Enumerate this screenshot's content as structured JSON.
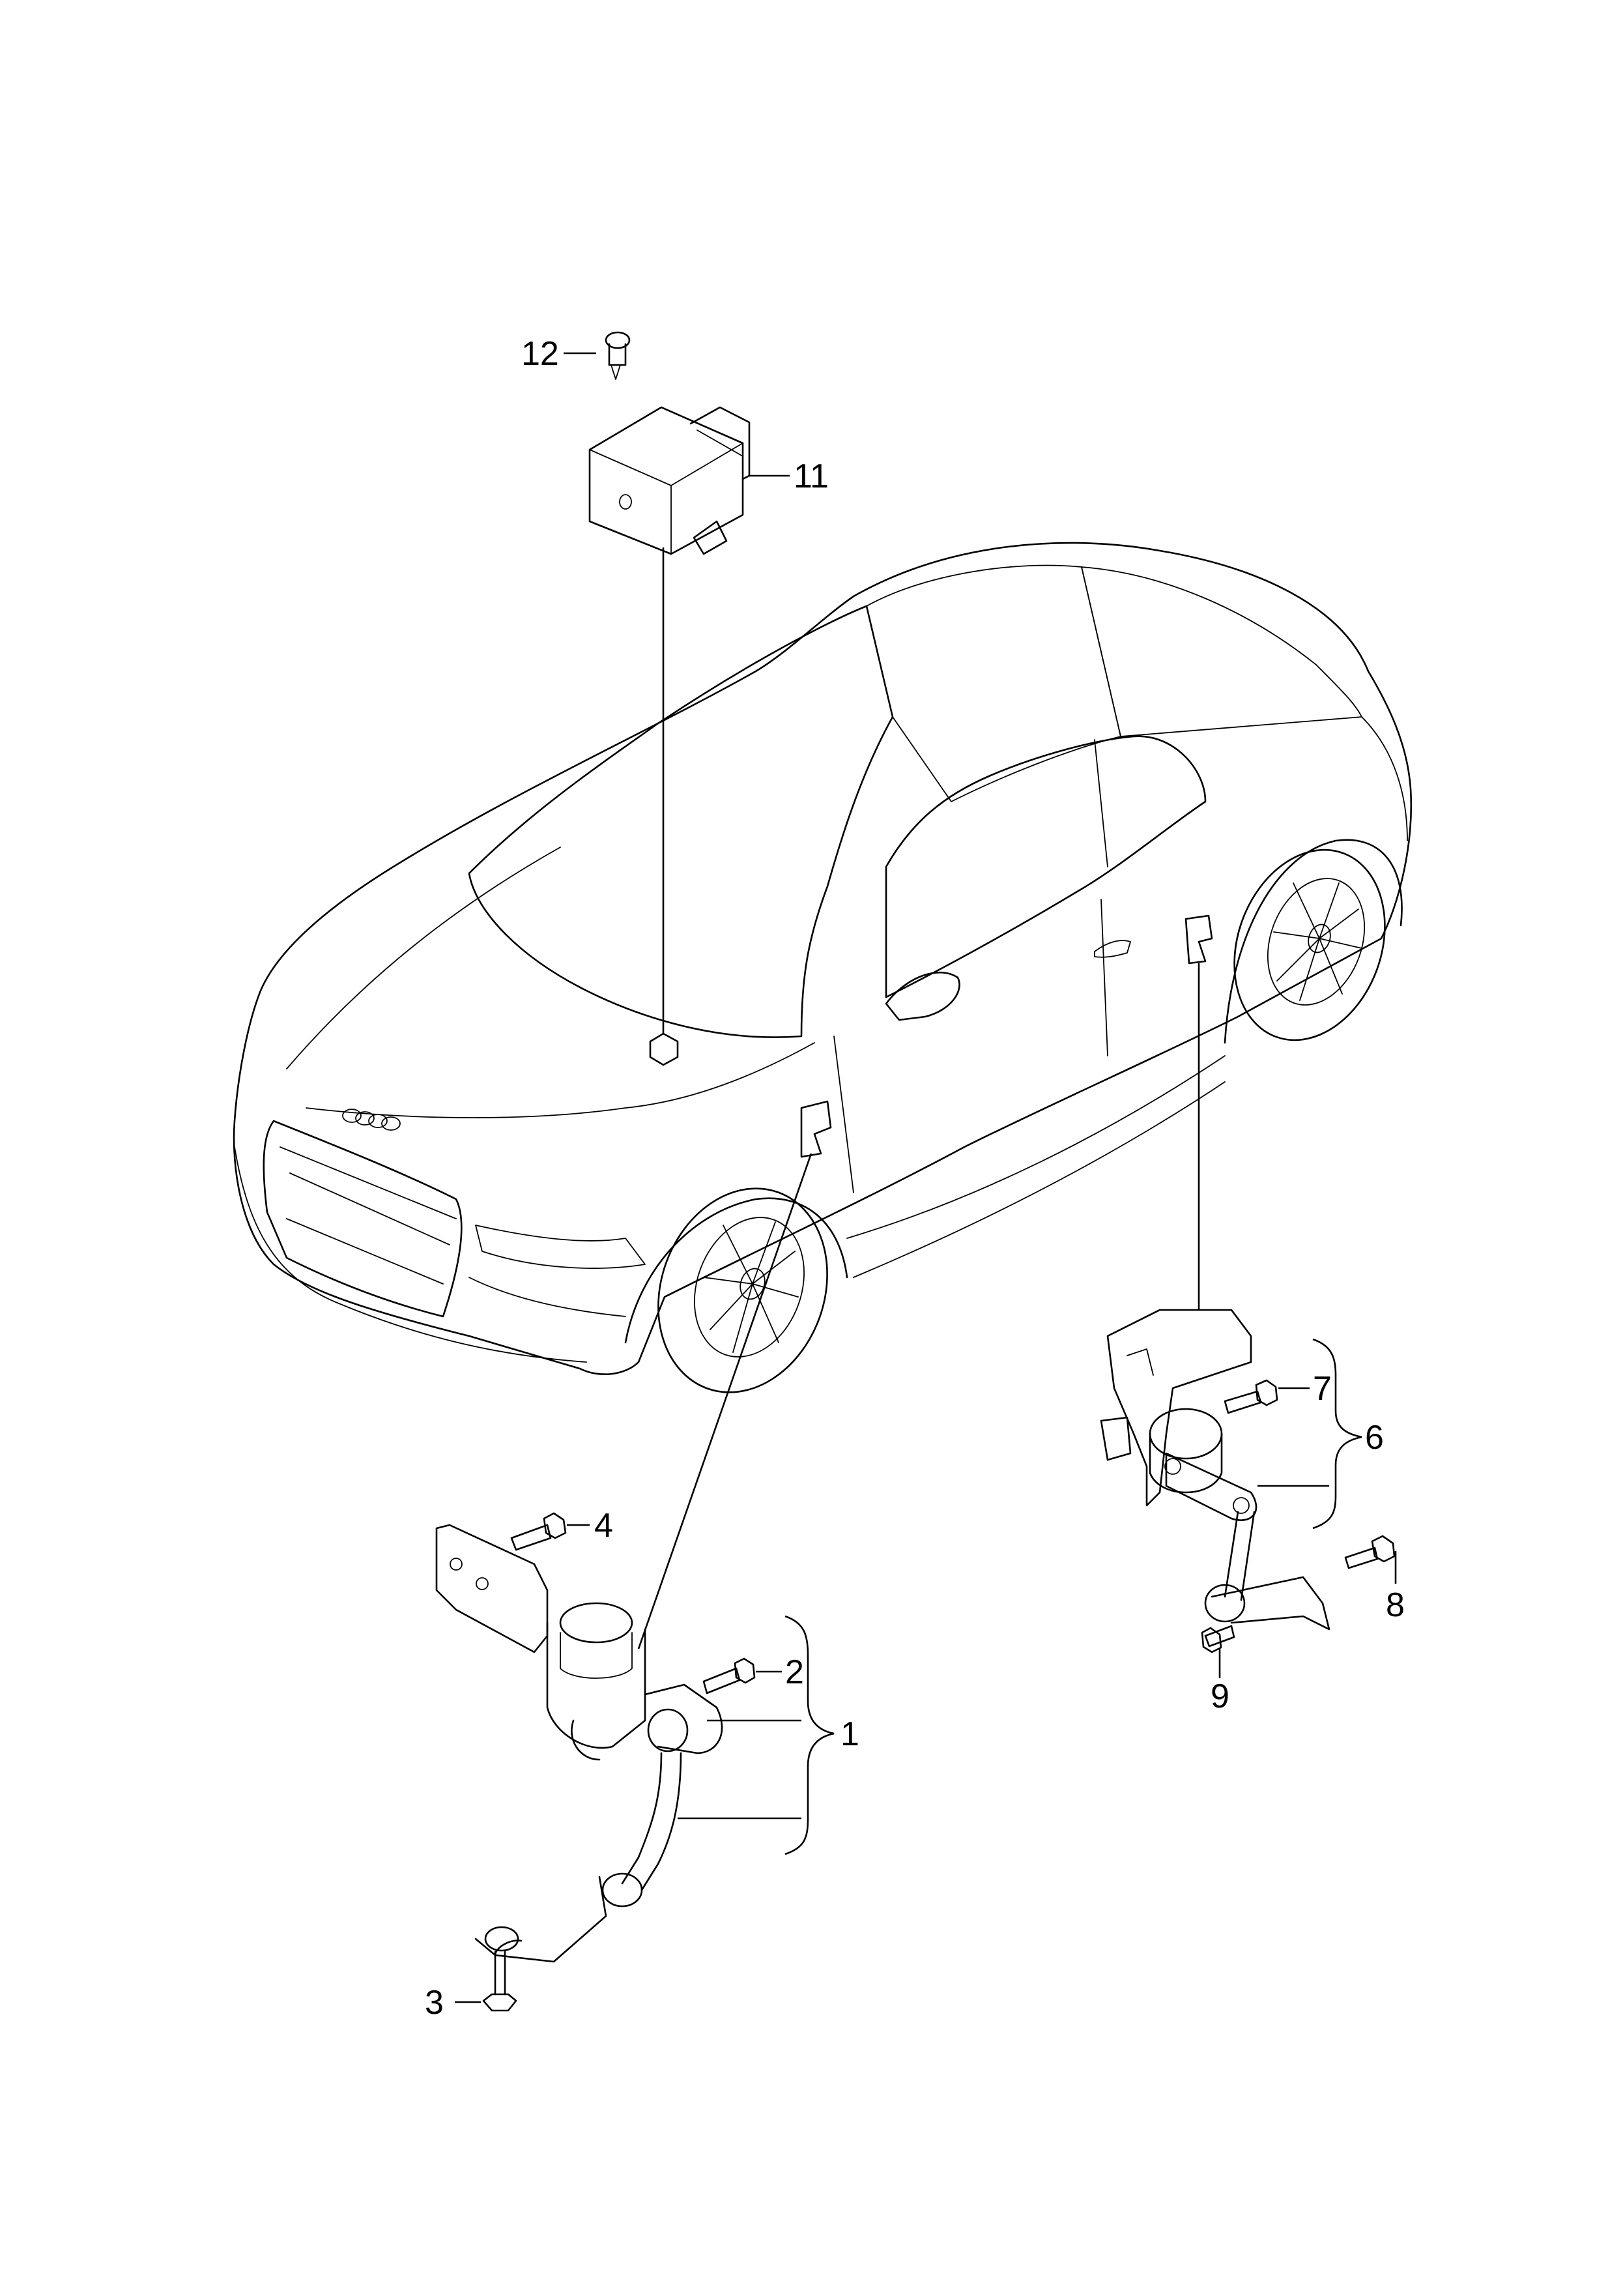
{
  "diagram": {
    "parts": [
      {
        "key": "p1",
        "label": "1"
      },
      {
        "key": "p2",
        "label": "2"
      },
      {
        "key": "p3",
        "label": "3"
      },
      {
        "key": "p4",
        "label": "4"
      },
      {
        "key": "p6",
        "label": "6"
      },
      {
        "key": "p7",
        "label": "7"
      },
      {
        "key": "p8",
        "label": "8"
      },
      {
        "key": "p9",
        "label": "9"
      },
      {
        "key": "p11",
        "label": "11"
      },
      {
        "key": "p12",
        "label": "12"
      }
    ],
    "callouts": {
      "p1": "1",
      "p2": "2",
      "p3": "3",
      "p4": "4",
      "p6": "6",
      "p7": "7",
      "p8": "8",
      "p9": "9",
      "p11": "11",
      "p12": "12"
    }
  }
}
